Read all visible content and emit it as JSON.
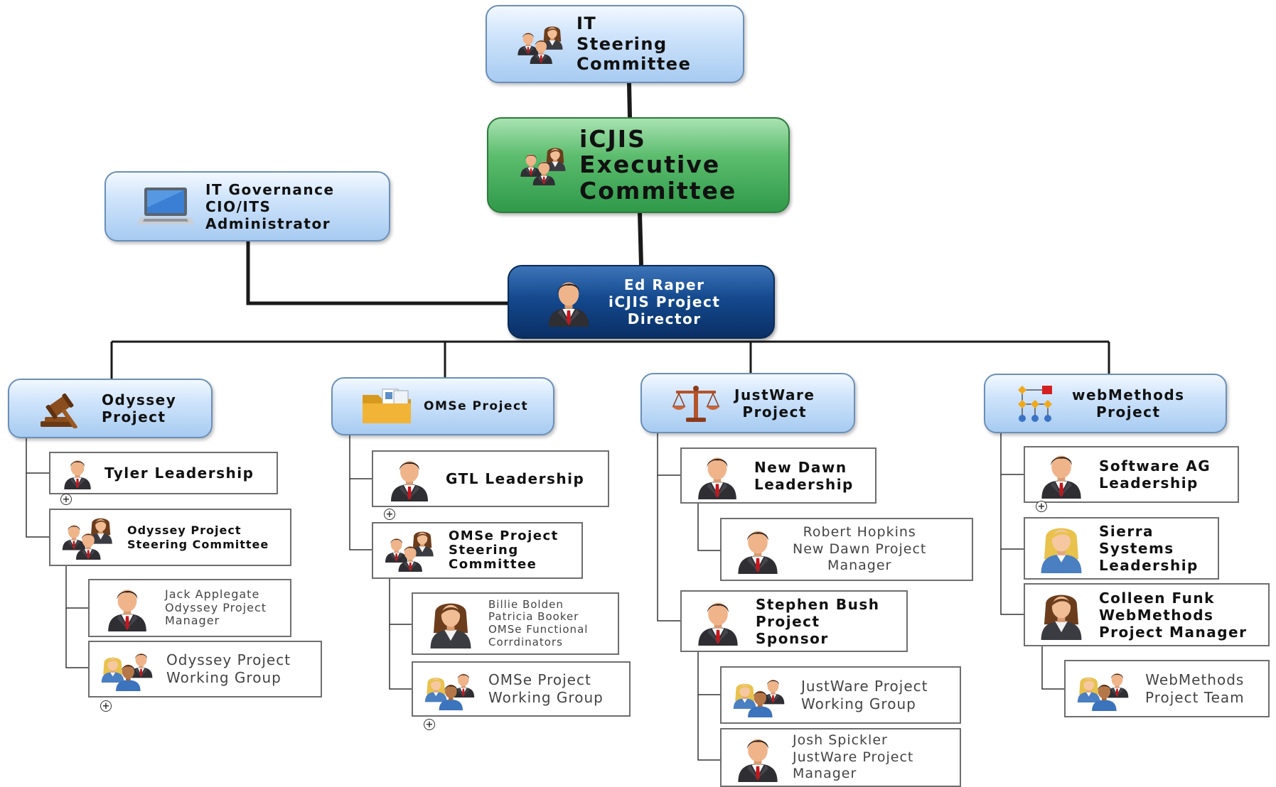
{
  "top": {
    "it_steering": "IT\nSteering\nCommittee",
    "exec_committee": "iCJIS\nExecutive\nCommittee",
    "it_governance": "IT Governance\nCIO/ITS\nAdministrator",
    "director": "Ed Raper\niCJIS Project\nDirector"
  },
  "projects": {
    "odyssey": "Odyssey\nProject",
    "omse": "OMSe Project",
    "justware": "JustWare\nProject",
    "webmethods": "webMethods\nProject"
  },
  "odyssey": {
    "tyler": "Tyler Leadership",
    "steering": "Odyssey Project\nSteering Committee",
    "manager": "Jack Applegate\nOdyssey Project\nManager",
    "working": "Odyssey Project\nWorking Group"
  },
  "omse": {
    "gtl": "GTL Leadership",
    "steering": "OMSe Project\nSteering\nCommittee",
    "coordinators": "Billie Bolden\nPatricia Booker\nOMSe Functional\nCorrdinators",
    "working": "OMSe Project\nWorking Group"
  },
  "justware": {
    "newdawn": "New Dawn\nLeadership",
    "hopkins": "Robert Hopkins\nNew Dawn Project\nManager",
    "bush": "Stephen Bush\nProject\nSponsor",
    "working": "JustWare Project\nWorking Group",
    "spickler": "Josh Spickler\nJustWare Project\nManager"
  },
  "webmethods": {
    "softwareag": "Software AG\nLeadership",
    "sierra": "Sierra\nSystems\nLeadership",
    "funk": "Colleen Funk\nWebMethods\nProject Manager",
    "team": "WebMethods\nProject Team"
  },
  "expand_symbol": "+",
  "colors": {
    "light_node": "#bcd8f7",
    "executive": "#3fa85a",
    "director": "#12437f",
    "connector": "#1a1a1a"
  },
  "icons": {
    "group": "people-group-icon",
    "person": "businessman-icon",
    "woman": "businesswoman-icon",
    "team": "team-icon",
    "laptop": "laptop-icon",
    "gavel": "gavel-icon",
    "folder": "folder-icon",
    "scales": "scales-icon",
    "flowchart": "flowchart-icon"
  }
}
